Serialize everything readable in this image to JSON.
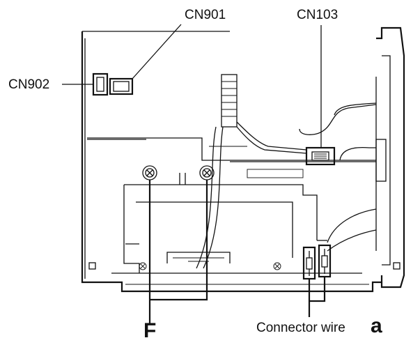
{
  "labels": {
    "cn901": "CN901",
    "cn902": "CN902",
    "cn103": "CN103",
    "f": "F",
    "connector_wire": "Connector wire",
    "connector_letter": "a"
  }
}
